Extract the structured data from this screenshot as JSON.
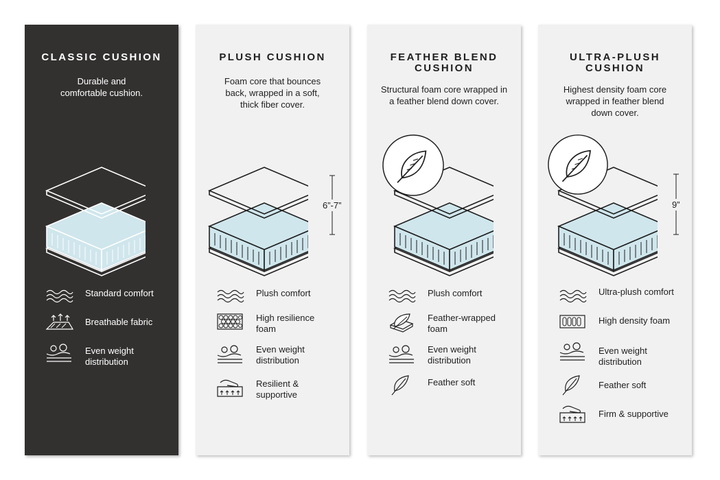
{
  "colors": {
    "dark_panel": "#333130",
    "light_panel": "#f1f1f1",
    "foam_blue": "#cfe6ec",
    "line": "#1f1f1f"
  },
  "cards": [
    {
      "title": "CLASSIC CUSHION",
      "description": "Durable and\ncomfortable cushion.",
      "features": [
        {
          "label": "Standard comfort",
          "icon": "wave-lines-icon"
        },
        {
          "label": "Breathable fabric",
          "icon": "breathable-fabric-icon"
        },
        {
          "label": "Even weight\ndistribution",
          "icon": "weight-distribution-icon"
        }
      ]
    },
    {
      "title": "PLUSH CUSHION",
      "description": "Foam core that bounces\nback, wrapped in a soft,\nthick fiber cover.",
      "dimension": "6”-7”",
      "features": [
        {
          "label": "Plush comfort",
          "icon": "wave-lines-icon"
        },
        {
          "label": "High resilience\nfoam",
          "icon": "honeycomb-foam-icon"
        },
        {
          "label": "Even weight\ndistribution",
          "icon": "weight-distribution-icon"
        },
        {
          "label": "Resilient &\nsupportive",
          "icon": "hand-press-icon"
        }
      ]
    },
    {
      "title": "FEATHER BLEND\nCUSHION",
      "description": "Structural foam core wrapped in\na feather blend down cover.",
      "features": [
        {
          "label": "Plush comfort",
          "icon": "wave-lines-icon"
        },
        {
          "label": "Feather-wrapped\nfoam",
          "icon": "feather-wrapped-foam-icon"
        },
        {
          "label": "Even weight\ndistribution",
          "icon": "weight-distribution-icon"
        },
        {
          "label": "Feather soft",
          "icon": "feather-icon"
        }
      ]
    },
    {
      "title": "ULTRA-PLUSH\nCUSHION",
      "description": "Highest density foam core\nwrapped in feather blend\ndown cover.",
      "dimension": "9”",
      "features": [
        {
          "label": "Ultra-plush comfort",
          "icon": "wave-lines-icon"
        },
        {
          "label": "High density foam",
          "icon": "high-density-foam-icon"
        },
        {
          "label": "Even weight\ndistribution",
          "icon": "weight-distribution-icon"
        },
        {
          "label": "Feather soft",
          "icon": "feather-icon"
        },
        {
          "label": "Firm & supportive",
          "icon": "hand-press-icon"
        }
      ]
    }
  ]
}
